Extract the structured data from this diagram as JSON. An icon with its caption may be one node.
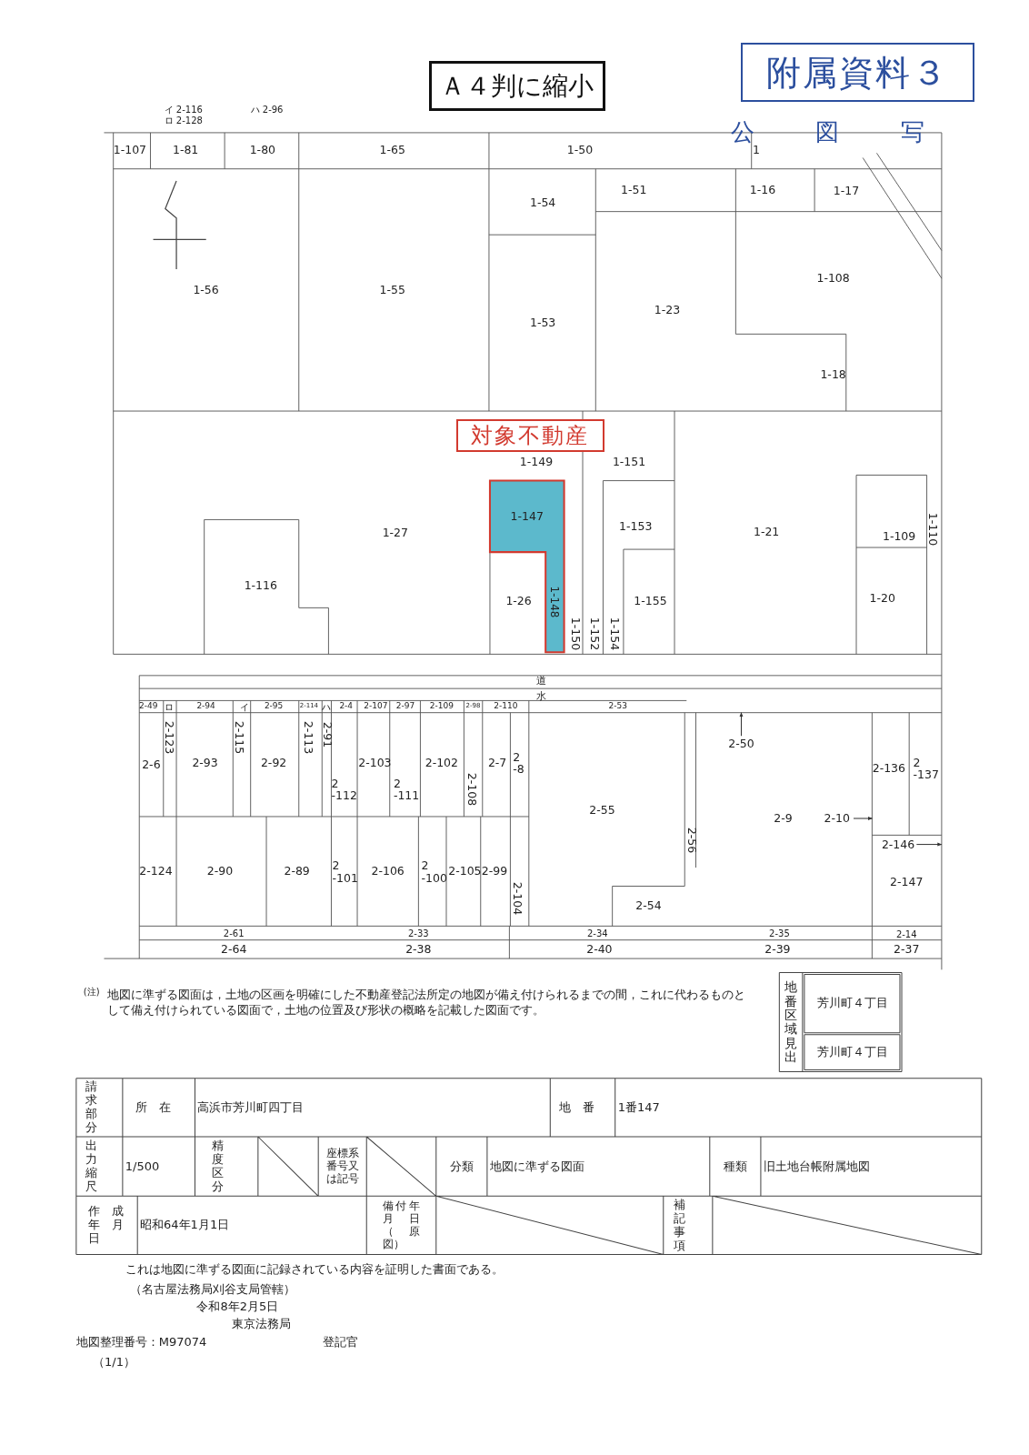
{
  "diagram": {
    "nodes": [
      {
        "text": [
          "Ａ４判に縮小"
        ]
      },
      {
        "text": [
          "附属資料３"
        ]
      },
      {
        "text": [
          "対象不動産"
        ]
      },
      {
        "text": [
          "1-147"
        ]
      },
      {
        "text": [
          "1-148"
        ]
      },
      {
        "text": [
          "2-10"
        ]
      },
      {
        "text": [
          "2-146"
        ]
      },
      {
        "text": [
          "2-50"
        ]
      }
    ],
    "edges": [
      {
        "from": 5,
        "to": null,
        "arrow": "to"
      },
      {
        "from": 6,
        "to": null,
        "arrow": "to"
      },
      {
        "from": 7,
        "to": null,
        "arrow": "to"
      }
    ],
    "labels": [
      "イ 2-116",
      "ロ 2-128",
      "ハ 2-96",
      "公図写",
      "1-107",
      "1-81",
      "1-80",
      "1-65",
      "1-50",
      "1",
      "1-54",
      "1-51",
      "1-16",
      "1-17",
      "1-56",
      "1-55",
      "1-108",
      "1-23",
      "1-53",
      "1-18",
      "1-149",
      "1-151",
      "1-153",
      "1-27",
      "1-21",
      "1-109",
      "1-110",
      "1-116",
      "1-26",
      "1-155",
      "1-20",
      "1-150",
      "1-152",
      "1-154",
      "道",
      "水",
      "2-49",
      "ロ",
      "2-94",
      "イ",
      "2-95",
      "2-114",
      "ハ",
      "2-4",
      "2-107",
      "2-97",
      "2-109",
      "2-98",
      "2-110",
      "2-53",
      "2-123",
      "2-115",
      "2-113",
      "2-91",
      "2-6",
      "2-93",
      "2-92",
      "2-103",
      "2-102",
      "2-7",
      "2 -8",
      "2-136",
      "2 -137",
      "2 -112",
      "2 -111",
      "2-108",
      "2-55",
      "2-9",
      "2-56",
      "2-124",
      "2-90",
      "2-89",
      "2 -101",
      "2-106",
      "2 -100",
      "2-105",
      "2-99",
      "2-147",
      "2-104",
      "2-54",
      "2-61",
      "2-33",
      "2-34",
      "2-35",
      "2-14",
      "2-64",
      "2-38",
      "2-40",
      "2-39",
      "2-37",
      "(注)",
      "地図に準ずる図面は，土地の区画を明確にした不動産登記法所定の地図が備え付けられるまでの間，これに代わるものとして備え付けられている図面で，土地の位置及び形状の概略を記載した図面です。",
      "地番区域見出",
      "芳川町４丁目",
      "芳川町４丁目",
      "請求部分",
      "所在",
      "高浜市芳川町四丁目",
      "地番",
      "1番147",
      "出力縮尺",
      "1/500",
      "精度区分",
      "座標系番号又は記号",
      "分類",
      "地図に準ずる図面",
      "種類",
      "旧土地台帳附属地図",
      "作成年月日",
      "昭和64年1月1日",
      "備付年月日（原図）",
      "補記事項",
      "これは地図に準ずる図面に記録されている内容を証明した書面である。",
      "（名古屋法務局刈谷支局管轄）",
      "令和8年2月5日",
      "東京法務局",
      "地図整理番号：M97074",
      "登記官",
      "（1/1）"
    ]
  }
}
